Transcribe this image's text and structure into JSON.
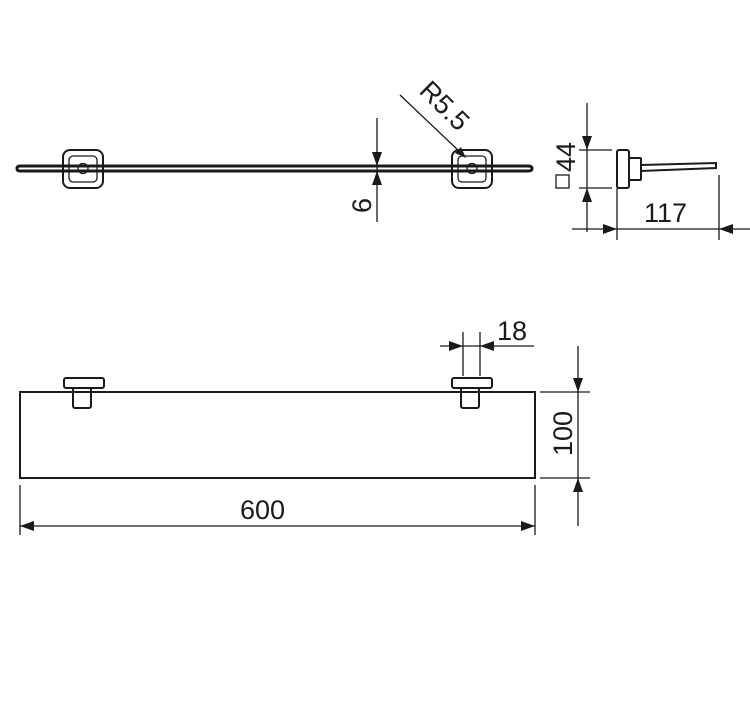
{
  "drawing": {
    "dimensions": {
      "radius": "R5.5",
      "glass_thickness": "6",
      "mount_square": "44",
      "depth": "117",
      "bracket_width": "18",
      "height": "100",
      "length": "600"
    },
    "square_symbol": "□"
  }
}
